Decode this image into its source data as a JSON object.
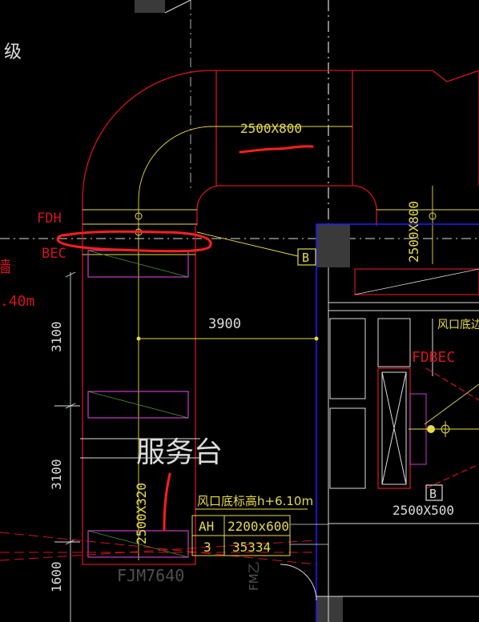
{
  "drawing": {
    "labels": {
      "level_char": "级",
      "duct_top": "2500X800",
      "duct_right": "2500X800",
      "fdh": "FDH",
      "bec": "BEC",
      "wall_char": "墙",
      "elev_left": ".40m",
      "dim_3900": "3900",
      "dim_3100_a": "3100",
      "dim_3100_b": "3100",
      "dim_1600": "1600",
      "service_desk": "服务台",
      "duct_vertical": "2500X320",
      "outlet_elev": "风口底标高h+6.10m",
      "ah_code": "AH",
      "ah_size": "2200x600",
      "ah_count": "3",
      "ah_flow": "35334",
      "door_code": "FJM7640",
      "door_vertical": "FM乙",
      "fdbec": "FDBEC",
      "outlet_right": "风口底边",
      "duct_bottom_right": "2500X500",
      "grid_marker_1": "B",
      "grid_marker_2": "B"
    },
    "colors": {
      "background": "#000000",
      "duct": "#d2141e",
      "annotation": "#e6dc46",
      "grid": "#dcdcdc",
      "diffuser": "#c83cc8",
      "leader": "#b4d23c",
      "wall": "#1e1eff",
      "column": "#3a3a3a",
      "markup": "#ff1e1e"
    }
  }
}
